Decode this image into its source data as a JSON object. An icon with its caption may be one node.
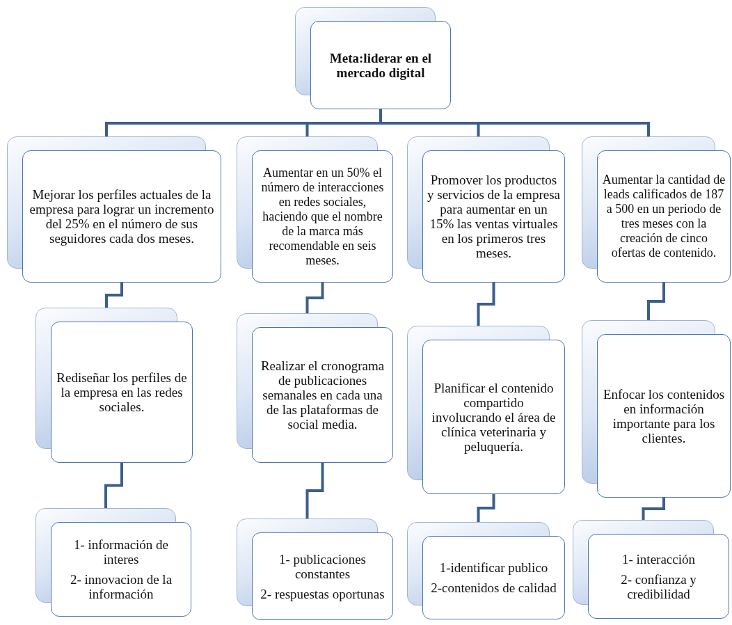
{
  "diagram": {
    "nodes": [
      {
        "text": [
          "Meta:liderar en el mercado digital"
        ]
      },
      {
        "text": [
          "Mejorar los perfiles actuales de la empresa para lograr un incremento del 25% en el número de sus seguidores cada dos meses."
        ]
      },
      {
        "text": [
          "Aumentar en un 50% el número de interacciones en redes sociales, haciendo que el nombre de la marca más recomendable en seis meses."
        ]
      },
      {
        "text": [
          "Promover los productos y servicios de la empresa para aumentar en un 15% las ventas virtuales en los primeros tres meses."
        ]
      },
      {
        "text": [
          "Aumentar la cantidad de leads calificados de 187 a 500 en un periodo de tres meses con la creación de cinco ofertas de contenido."
        ]
      },
      {
        "text": [
          "Rediseñar los perfiles de la empresa en las redes sociales."
        ]
      },
      {
        "text": [
          "Realizar el cronograma de publicaciones semanales en cada una de las plataformas de social media."
        ]
      },
      {
        "text": [
          "Planificar el contenido compartido involucrando el área de clínica veterinaria y peluquería."
        ]
      },
      {
        "text": [
          "Enfocar los contenidos en información importante para los clientes."
        ]
      },
      {
        "text": [
          "1- información de interes",
          "2- innovacion de la información"
        ]
      },
      {
        "text": [
          "1- publicaciones constantes",
          "2- respuestas oportunas"
        ]
      },
      {
        "text": [
          "1-identificar publico",
          "2-contenidos de calidad"
        ]
      },
      {
        "text": [
          "1- interacción",
          "2- confianza y credibilidad"
        ]
      }
    ],
    "edges": [
      {
        "from": 0,
        "to": 1,
        "arrow": "none"
      },
      {
        "from": 0,
        "to": 2,
        "arrow": "none"
      },
      {
        "from": 0,
        "to": 3,
        "arrow": "none"
      },
      {
        "from": 0,
        "to": 4,
        "arrow": "none"
      },
      {
        "from": 1,
        "to": 5,
        "arrow": "none"
      },
      {
        "from": 2,
        "to": 6,
        "arrow": "none"
      },
      {
        "from": 3,
        "to": 7,
        "arrow": "none"
      },
      {
        "from": 4,
        "to": 8,
        "arrow": "none"
      },
      {
        "from": 5,
        "to": 9,
        "arrow": "none"
      },
      {
        "from": 6,
        "to": 10,
        "arrow": "none"
      },
      {
        "from": 7,
        "to": 11,
        "arrow": "none"
      },
      {
        "from": 8,
        "to": 12,
        "arrow": "none"
      }
    ]
  }
}
